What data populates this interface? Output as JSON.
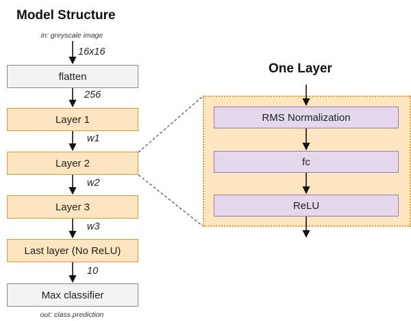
{
  "model_structure": {
    "title": "Model Structure",
    "input_note": "in: greyscale image",
    "output_note": "out: class prediction",
    "nodes": [
      {
        "id": "flatten",
        "label": "flatten"
      },
      {
        "id": "layer1",
        "label": "Layer 1"
      },
      {
        "id": "layer2",
        "label": "Layer 2"
      },
      {
        "id": "layer3",
        "label": "Layer 3"
      },
      {
        "id": "last",
        "label": "Last layer (No ReLU)"
      },
      {
        "id": "max",
        "label": "Max classifier"
      }
    ],
    "edge_labels": {
      "input": "16x16",
      "flatten_out": "256",
      "w1": "w1",
      "w2": "w2",
      "w3": "w3",
      "last_out": "10"
    }
  },
  "one_layer": {
    "title": "One Layer",
    "nodes": [
      {
        "id": "rmsnorm",
        "label": "RMS Normalization"
      },
      {
        "id": "fc",
        "label": "fc"
      },
      {
        "id": "relu",
        "label": "ReLU"
      }
    ]
  },
  "colors": {
    "io_fill": "#f2f2f2",
    "layer_fill": "#fde5c0",
    "layer_border": "#d49a32",
    "sublayer_fill": "#e4d8ec",
    "sublayer_border": "#9a78ae"
  }
}
